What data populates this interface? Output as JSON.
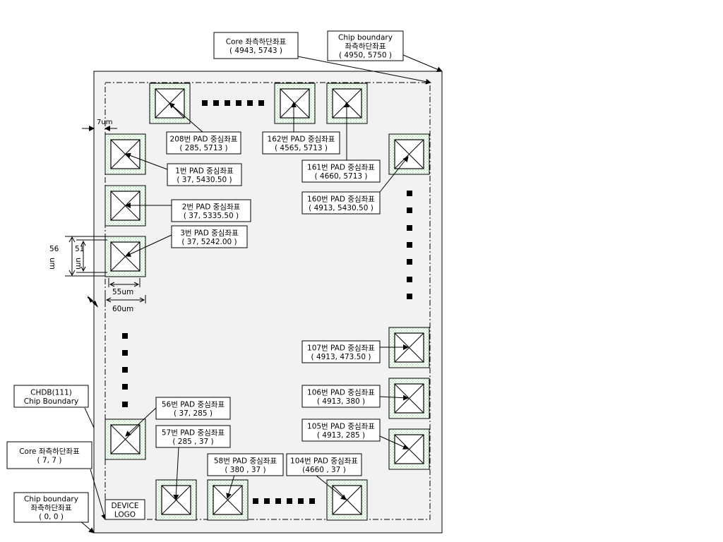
{
  "callouts": {
    "core_top_right": [
      "Core 좌측하단좌표",
      "( 4943, 5743 )"
    ],
    "chip_top_right": [
      "Chip boundary",
      "좌측하단좌표",
      "( 4950, 5750 )"
    ],
    "chdb": [
      "CHDB(111)",
      "Chip Boundary"
    ],
    "core_bottom_left": [
      "Core 좌측하단좌표",
      "( 7, 7 )"
    ],
    "chip_bottom_left": [
      "Chip boundary",
      "좌측하단좌표",
      "( 0, 0 )"
    ],
    "device_logo": [
      "DEVICE",
      "LOGO"
    ]
  },
  "pad_labels": {
    "pad208": [
      "208번 PAD 중심좌표",
      "( 285, 5713 )"
    ],
    "pad162": [
      "162번 PAD 중심좌표",
      "( 4565, 5713 )"
    ],
    "pad161": [
      "161번 PAD 중심좌표",
      "( 4660, 5713 )"
    ],
    "pad160": [
      "160번 PAD 중심좌표",
      "( 4913, 5430.50 )"
    ],
    "pad1": [
      "1번 PAD 중심좌표",
      "( 37, 5430.50 )"
    ],
    "pad2": [
      "2번 PAD 중심좌표",
      "( 37, 5335.50 )"
    ],
    "pad3": [
      "3번 PAD 중심좌표",
      "( 37, 5242.00 )"
    ],
    "pad107": [
      "107번 PAD 중심좌표",
      "( 4913, 473.50  )"
    ],
    "pad106": [
      "106번 PAD 중심좌표",
      "( 4913, 380 )"
    ],
    "pad105": [
      "105번 PAD 중심좌표",
      "( 4913, 285 )"
    ],
    "pad56": [
      "56번 PAD 중심좌표",
      "( 37, 285 )"
    ],
    "pad57": [
      "57번 PAD 중심좌표",
      "( 285 , 37 )"
    ],
    "pad58": [
      "58번 PAD 중심좌표",
      "( 380 , 37 )"
    ],
    "pad104": [
      "104번 PAD 중심좌표",
      "(4660 , 37 )"
    ]
  },
  "dimensions": {
    "gap": "7um",
    "outer_h": "56",
    "outer_h_unit": "um",
    "inner_h": "51",
    "inner_h_unit": "um",
    "inner_w": "55um",
    "outer_w": "60um"
  },
  "colors": {
    "chip_fill": "#f2f2f2",
    "pad_stipple": "#7ed67e"
  }
}
